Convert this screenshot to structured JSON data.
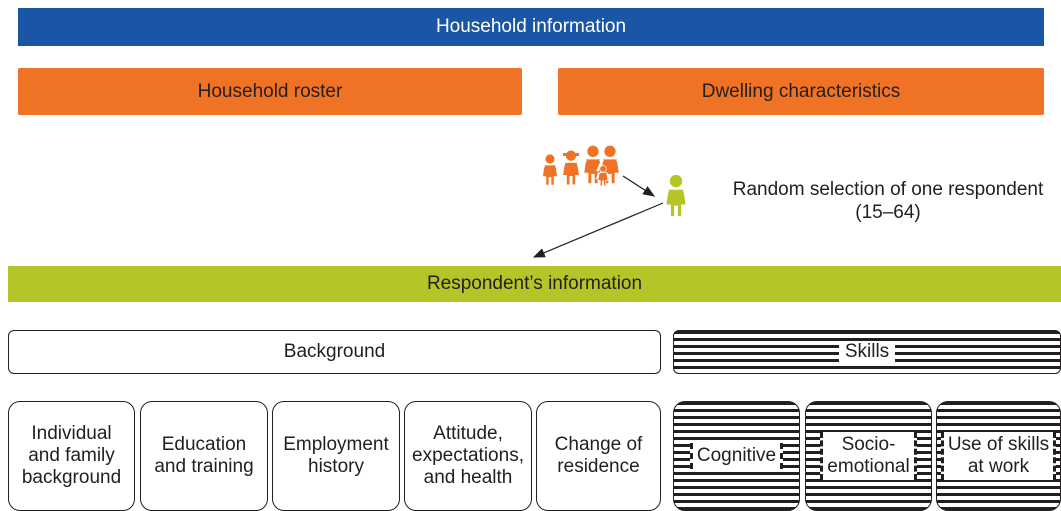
{
  "household": {
    "title": "Household information"
  },
  "roster": {
    "label": "Household roster"
  },
  "dwelling": {
    "label": "Dwelling characteristics"
  },
  "selection": {
    "line1": "Random selection of one respondent",
    "line2": "(15–64)"
  },
  "respondent": {
    "title": "Respondent’s information"
  },
  "background": {
    "label": "Background",
    "items": [
      "Individual\nand family\nbackground",
      "Education\nand training",
      "Employment\nhistory",
      "Attitude,\nexpectations,\nand health",
      "Change of\nresidence"
    ]
  },
  "skills": {
    "label": "Skills",
    "items": [
      "Cognitive",
      "Socio-\nemotional",
      "Use of skills\nat work"
    ]
  },
  "colors": {
    "household": "#1a56a6",
    "roster": "#f07224",
    "respondent": "#b5c427",
    "person_orange": "#f07224",
    "person_green": "#b5c427"
  }
}
